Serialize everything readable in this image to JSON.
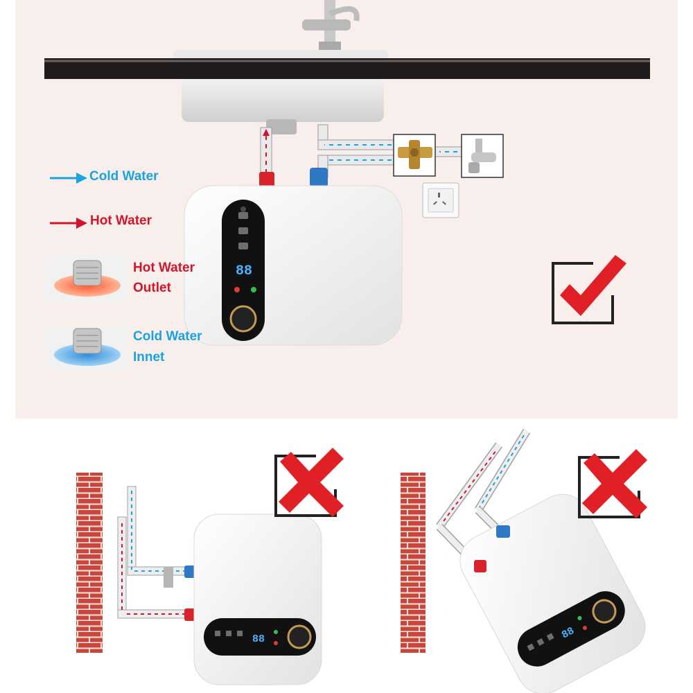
{
  "legend": {
    "cold_water": "Cold Water",
    "hot_water": "Hot Water",
    "hot_outlet_line1": "Hot Water",
    "hot_outlet_line2": "Outlet",
    "cold_inlet_line1": "Cold Water",
    "cold_inlet_line2": "Innet"
  },
  "heater_display": {
    "main": "88",
    "left_wrong": "88",
    "right_wrong": "88"
  },
  "colors": {
    "cold": "#1aa3dc",
    "hot": "#d4142a",
    "brick": "#c9473a",
    "background": "#f8efec"
  },
  "verdicts": {
    "under_sink": "correct",
    "wall_left": "wrong",
    "wall_tilted": "wrong"
  }
}
